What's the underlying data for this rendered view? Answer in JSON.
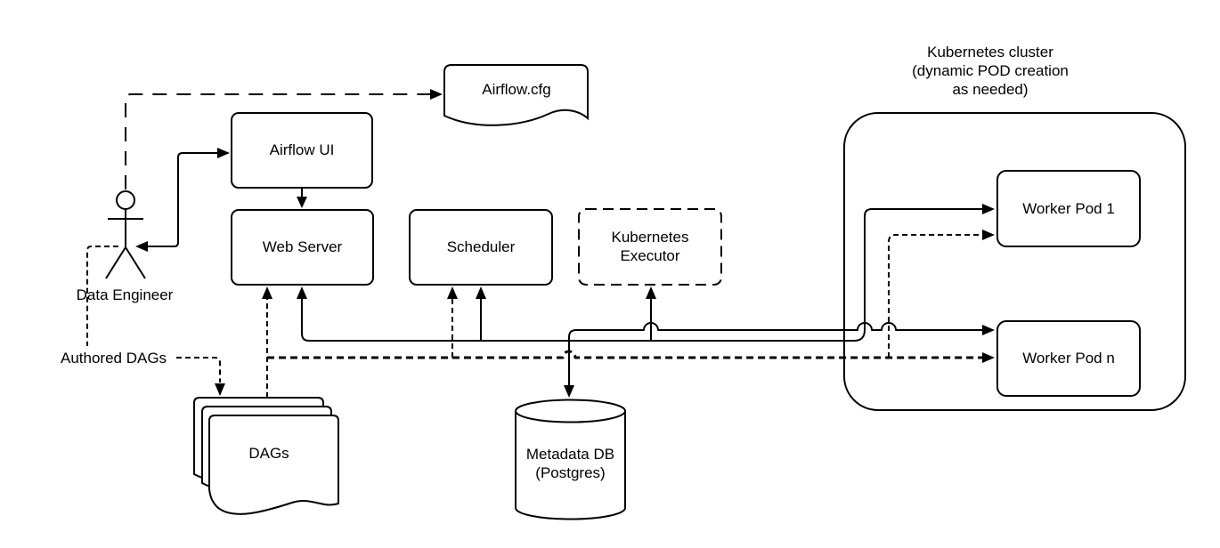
{
  "diagram": {
    "cluster": {
      "title_line1": "Kubernetes cluster",
      "title_line2": "(dynamic POD creation",
      "title_line3": "as needed)"
    },
    "nodes": {
      "airflow_cfg": {
        "label": "Airflow.cfg"
      },
      "airflow_ui": {
        "label": "Airflow UI"
      },
      "web_server": {
        "label": "Web Server"
      },
      "scheduler": {
        "label": "Scheduler"
      },
      "kubernetes_executor": {
        "label_line1": "Kubernetes",
        "label_line2": "Executor"
      },
      "worker_pod_1": {
        "label": "Worker Pod 1"
      },
      "worker_pod_n": {
        "label": "Worker Pod n"
      },
      "dags": {
        "label": "DAGs"
      },
      "metadata_db": {
        "label_line1": "Metadata DB",
        "label_line2": "(Postgres)"
      },
      "data_engineer": {
        "label": "Data Engineer"
      }
    },
    "annotations": {
      "authored_dags": "Authored DAGs"
    },
    "colors": {
      "stroke": "#000000",
      "background": "#ffffff",
      "text": "#000000"
    }
  }
}
